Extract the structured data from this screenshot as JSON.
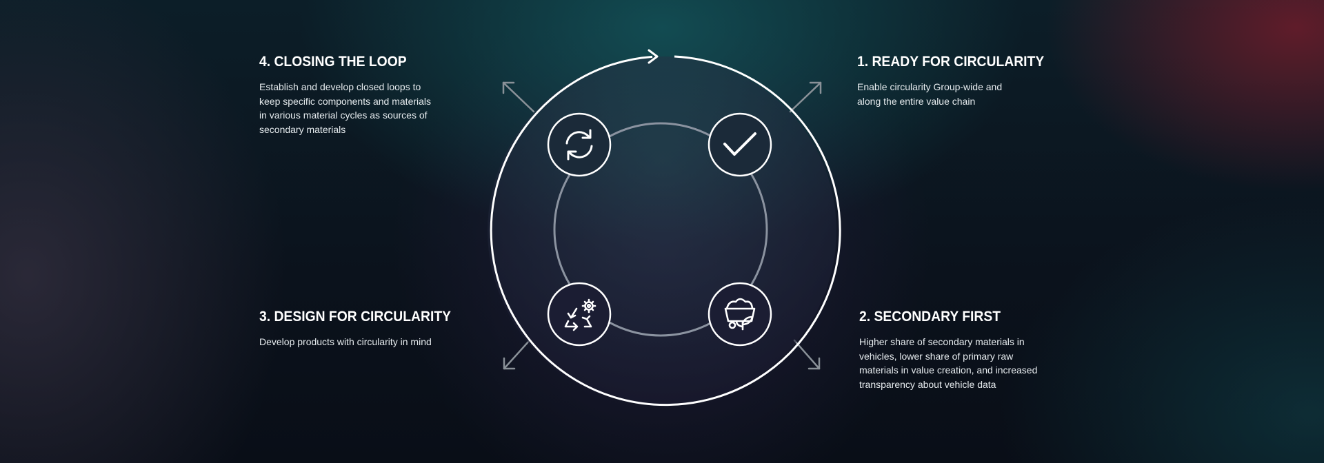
{
  "stages": [
    {
      "id": "ready",
      "title": "1. READY FOR CIRCULARITY",
      "lines": [
        "Enable circularity Group-wide and",
        "along the entire value chain"
      ],
      "icon": "checkmark-icon"
    },
    {
      "id": "secondary",
      "title": "2. SECONDARY FIRST",
      "lines": [
        "Higher share of secondary materials in",
        "vehicles, lower share of primary raw",
        "materials in value creation, and increased",
        "transparency about vehicle data"
      ],
      "icon": "material-cart-sprout-icon"
    },
    {
      "id": "design",
      "title": "3. DESIGN FOR CIRCULARITY",
      "lines": [
        "Develop products with circularity in mind"
      ],
      "icon": "recycle-gear-icon"
    },
    {
      "id": "closing",
      "title": "4. CLOSING THE LOOP",
      "lines": [
        "Establish and develop closed loops to",
        "keep specific components and materials",
        "in various material cycles as sources of",
        "secondary materials"
      ],
      "icon": "refresh-arrows-icon"
    }
  ],
  "colors": {
    "line": "#ffffff",
    "inner_ring": "#8b93a0",
    "arrow_grey": "#8a9198"
  }
}
